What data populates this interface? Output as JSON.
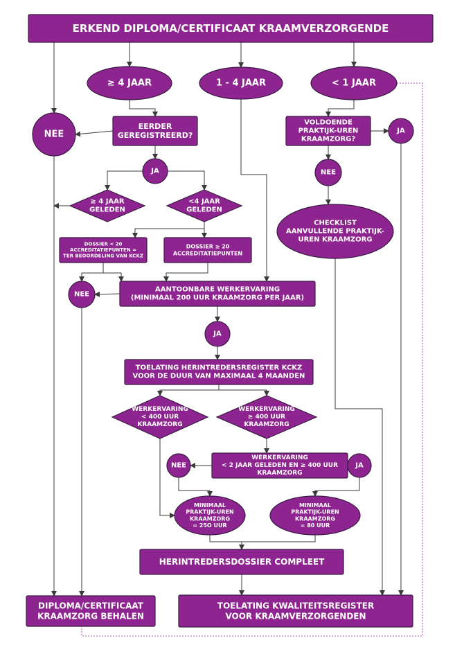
{
  "colors": {
    "node_fill": "#8e248f",
    "border": "#3a1a45",
    "line": "#3a3a3a",
    "dotted": "#a64ca6",
    "text": "#ffffff"
  },
  "nodes": {
    "title": "ERKEND DIPLOMA/CERTIFICAAT KRAAMVERZORGENDE",
    "ge4": "≥ 4 JAAR",
    "1to4": "1 - 4 JAAR",
    "lt1": "< 1 JAAR",
    "nee_left": "NEE",
    "eerder": [
      "EERDER",
      "GEREGISTREERD?"
    ],
    "voldoende": [
      "VOLDOENDE",
      "PRAKTIJK-UREN",
      "KRAAMZORG?"
    ],
    "ja_right": "JA",
    "ja1": "JA",
    "nee_right": "NEE",
    "ge4geleden": [
      "≥ 4 JAAR",
      "GELEDEN"
    ],
    "lt4geleden": [
      "<4 JAAR",
      "GELEDEN"
    ],
    "checklist": [
      "CHECKLIST",
      "AANVULLENDE PRAKTIJK-",
      "UREN KRAAMZORG"
    ],
    "dossier_lt": [
      "DOSSIER < 20",
      "ACCREDITATIEPUNTEN =",
      "TER BEOORDELING VAN KCKZ"
    ],
    "dossier_ge": [
      "DOSSIER ≥ 20",
      "ACCREDITATIEPUNTEN"
    ],
    "nee_mid": "NEE",
    "werkervaring": [
      "AANTOONBARE WERKERVARING",
      "(MINIMAAL 200 UUR KRAAMZORG PER JAAR)"
    ],
    "ja2": "JA",
    "toelating_herintreders": [
      "TOELATING HERINTREDERSREGISTER KCKZ",
      "VOOR DE DUUR VAN MAXIMAAL 4 MAANDEN"
    ],
    "wk_lt400": [
      "WERKERVARING",
      "< 400 UUR",
      "KRAAMZORG"
    ],
    "wk_ge400": [
      "WERKERVARING",
      "≥ 400 UUR",
      "KRAAMZORG"
    ],
    "nee_low": "NEE",
    "wk_2jaar": [
      "WERKERVARING",
      "< 2 JAAR GELEDEN EN ≥ 400 UUR",
      "KRAAMZORG"
    ],
    "ja_low": "JA",
    "min250": [
      "MINIMAAL",
      "PRAKTIJK-UREN",
      "KRAAMZORG",
      "= 25O UUR"
    ],
    "min80": [
      "MINIMAAL",
      "PRAKTIJK-UREN",
      "KRAAMZORG",
      "= 80 UUR"
    ],
    "herintredersdossier": "HERINTREDERSDOSSIER COMPLEET",
    "diploma_behalen": [
      "DIPLOMA/CERTIFICAAT",
      "KRAAMZORG BEHALEN"
    ],
    "toelating_kwaliteit": [
      "TOELATING KWALITEITSREGISTER",
      "VOOR KRAAMVERZORGENDEN"
    ]
  }
}
